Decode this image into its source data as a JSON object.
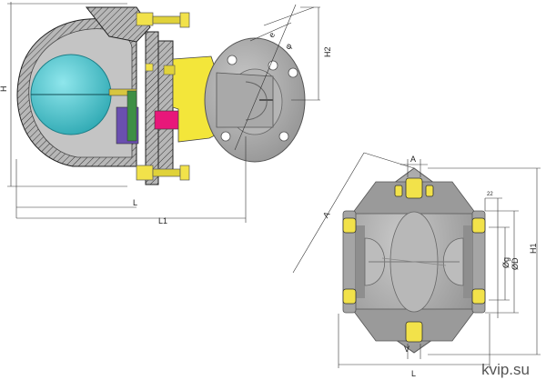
{
  "diagram": {
    "side_view": {
      "labels": {
        "H": "H",
        "H2": "H2",
        "L": "L",
        "L1": "L1",
        "e": "e",
        "phi": "φ"
      }
    },
    "front_view": {
      "labels": {
        "A_top": "A",
        "A_diag": "A",
        "V": "V",
        "L": "L",
        "H1": "H1",
        "dg": "Øg",
        "dD": "ØD",
        "n22": "22"
      }
    }
  },
  "watermark": "kvip.su",
  "colors": {
    "body": "#a8a8a8",
    "body_dark": "#7d7d7d",
    "float_ball": "#4fc8d2",
    "bolt": "#f2e24a",
    "yellow_part": "#f3e63a",
    "magenta_part": "#e8177a",
    "purple_part": "#6a4fb0",
    "hatch": "#333333"
  }
}
